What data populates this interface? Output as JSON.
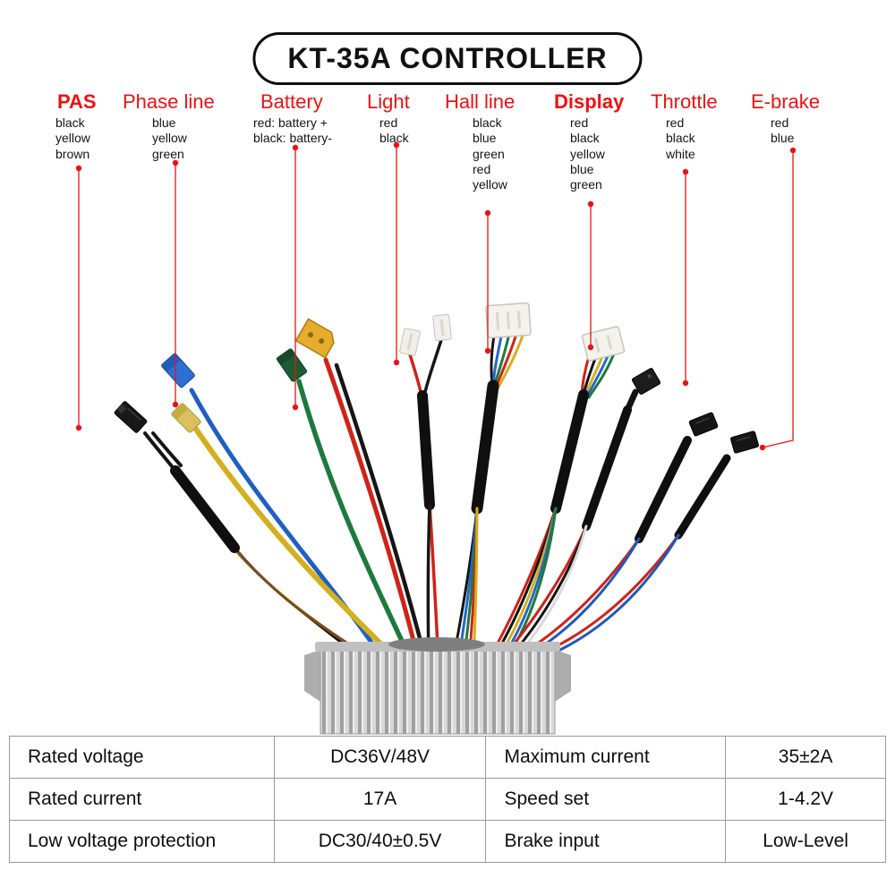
{
  "title": "KT-35A CONTROLLER",
  "colors": {
    "accent_red": "#ee1111"
  },
  "wire_groups": [
    {
      "label": "PAS",
      "colors": [
        "black",
        "yellow",
        "brown"
      ]
    },
    {
      "label": "Phase line",
      "colors": [
        "blue",
        "yellow",
        "green"
      ]
    },
    {
      "label": "Battery",
      "colors": [
        "red: battery +",
        "black: battery-"
      ]
    },
    {
      "label": "Light",
      "colors": [
        "red",
        "black"
      ]
    },
    {
      "label": "Hall line",
      "colors": [
        "black",
        "blue",
        "green",
        "red",
        "yellow"
      ]
    },
    {
      "label": "Display",
      "colors": [
        "red",
        "black",
        "yellow",
        "blue",
        "green"
      ]
    },
    {
      "label": "Throttle",
      "colors": [
        "red",
        "black",
        "white"
      ]
    },
    {
      "label": "E-brake",
      "colors": [
        "red",
        "blue"
      ]
    }
  ],
  "spec_table": {
    "rows": [
      [
        "Rated voltage",
        "DC36V/48V",
        "Maximum current",
        "35±2A"
      ],
      [
        "Rated current",
        "17A",
        "Speed set",
        "1-4.2V"
      ],
      [
        "Low voltage protection",
        "DC30/40±0.5V",
        "Brake input",
        "Low-Level"
      ]
    ]
  }
}
